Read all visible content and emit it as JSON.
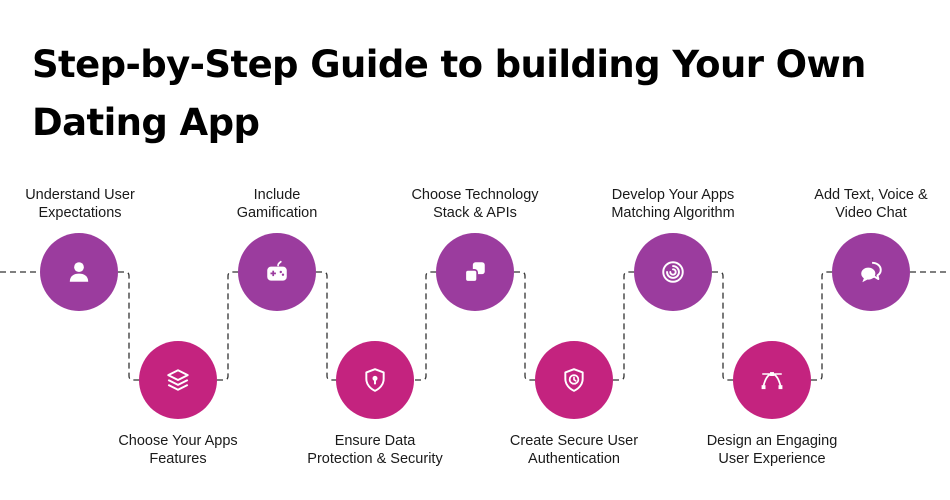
{
  "title": "Step-by-Step Guide to building Your Own Dating App",
  "colors": {
    "top_circle": "#9b3c9e",
    "bottom_circle": "#c4237f",
    "connector": "#333333",
    "icon": "#ffffff"
  },
  "steps": [
    {
      "label_line1": "Understand User",
      "label_line2": "Expectations",
      "icon": "user-icon",
      "row": "top"
    },
    {
      "label_line1": "Choose Your Apps",
      "label_line2": "Features",
      "icon": "layers-icon",
      "row": "bottom"
    },
    {
      "label_line1": "Include",
      "label_line2": "Gamification",
      "icon": "gamepad-icon",
      "row": "top"
    },
    {
      "label_line1": "Ensure Data",
      "label_line2": "Protection & Security",
      "icon": "shield-lock-icon",
      "row": "bottom"
    },
    {
      "label_line1": "Choose Technology",
      "label_line2": "Stack & APIs",
      "icon": "stack-icon",
      "row": "top"
    },
    {
      "label_line1": "Create Secure User",
      "label_line2": "Authentication",
      "icon": "shield-clock-icon",
      "row": "bottom"
    },
    {
      "label_line1": "Develop Your Apps",
      "label_line2": "Matching Algorithm",
      "icon": "target-icon",
      "row": "top"
    },
    {
      "label_line1": "Design an Engaging",
      "label_line2": "User Experience",
      "icon": "vector-pen-icon",
      "row": "bottom"
    },
    {
      "label_line1": "Add Text, Voice &",
      "label_line2": "Video Chat",
      "icon": "chat-bubbles-icon",
      "row": "top"
    }
  ]
}
